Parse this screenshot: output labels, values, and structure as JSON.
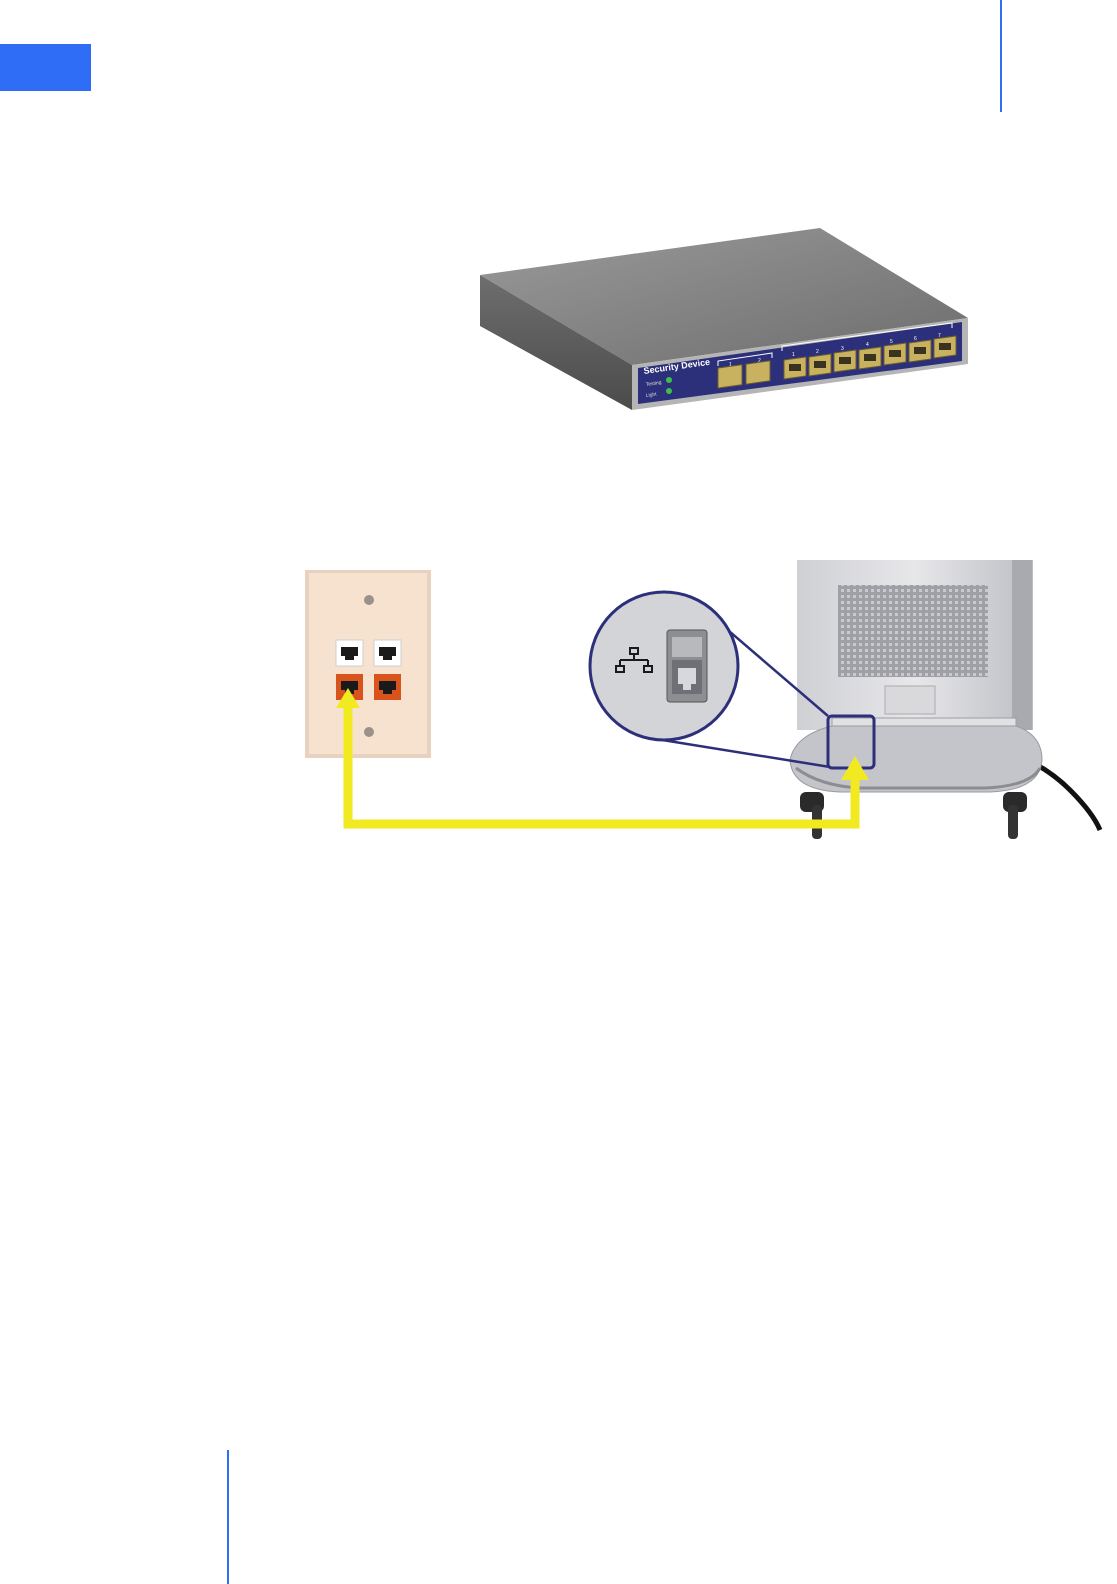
{
  "security_device": {
    "title": "Security Device",
    "led_labels": [
      "Testing",
      "Light"
    ],
    "port_numbers_left": [
      "1",
      "2"
    ],
    "port_numbers_right": [
      "1",
      "2",
      "3",
      "4",
      "5",
      "6",
      "7"
    ]
  },
  "colors": {
    "accent_blue": "#2f6df6",
    "panel_navy": "#2c2f7a",
    "port_gold": "#c8b25f",
    "cable_yellow": "#f2ea20",
    "jack_orange": "#d9541c",
    "wallplate": "#f6e2cf"
  }
}
